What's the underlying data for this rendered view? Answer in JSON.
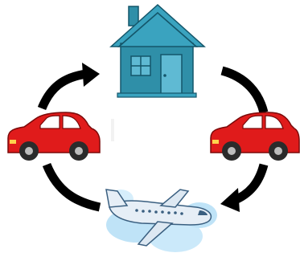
{
  "diagram": {
    "kind": "travel-cycle",
    "nodes": [
      {
        "id": "home",
        "icon": "house-icon"
      },
      {
        "id": "car-right",
        "icon": "car-icon"
      },
      {
        "id": "airplane",
        "icon": "airplane-icon"
      },
      {
        "id": "car-left",
        "icon": "car-icon"
      }
    ],
    "cycle_order": [
      "home",
      "car-right",
      "airplane",
      "car-left",
      "home"
    ],
    "colors": {
      "house_fill": "#2f8fa8",
      "house_roof": "#3aa3bf",
      "house_outline": "#14566a",
      "car_body": "#e01b1b",
      "car_window": "#ffffff",
      "wheel": "#2b2b2b",
      "arrow": "#000000",
      "plane_body": "#dde8f2",
      "plane_outline": "#3a5f80",
      "cloud": "#bfe3f7"
    }
  }
}
